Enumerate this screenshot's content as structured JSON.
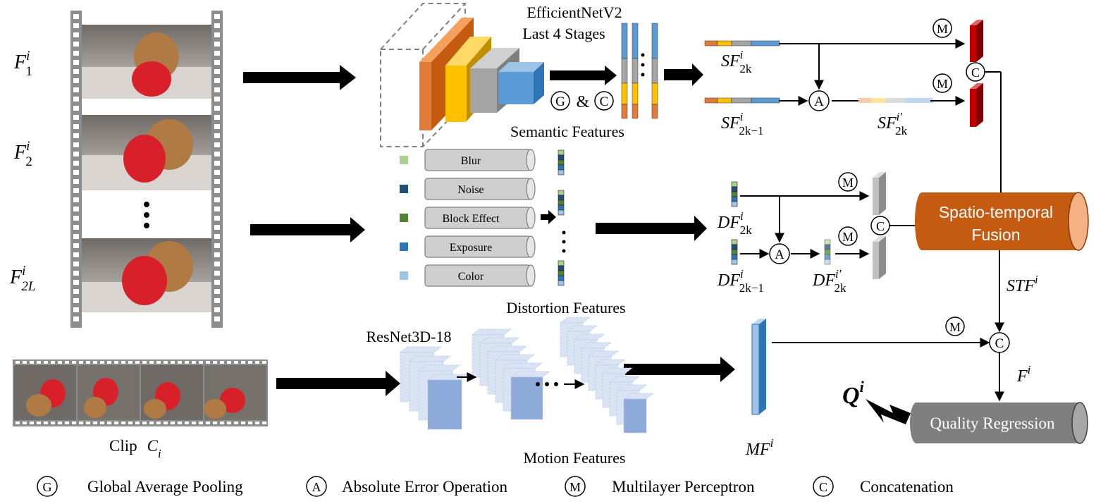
{
  "frames": {
    "f1": {
      "base": "F",
      "sup": "i",
      "sub": "1"
    },
    "f2": {
      "base": "F",
      "sup": "i",
      "sub": "2"
    },
    "fl": {
      "base": "F",
      "sup": "i",
      "sub": "2L"
    }
  },
  "clip": {
    "label": "Clip",
    "symbol": "C",
    "sub": "i"
  },
  "semantic": {
    "backbone_line1": "EfficientNetV2",
    "backbone_line2": "Last 4 Stages",
    "title": "Semantic Features",
    "gc_amp": "&",
    "sf2k": {
      "base": "SF",
      "sup": "i",
      "sub": "2k"
    },
    "sf2k1": {
      "base": "SF",
      "sup": "i",
      "sub": "2k−1"
    },
    "sf2kp": {
      "base": "SF",
      "sup": "i′",
      "sub": "2k"
    }
  },
  "distortion": {
    "items": [
      "Blur",
      "Noise",
      "Block Effect",
      "Exposure",
      "Color"
    ],
    "item_colors": [
      "#a9d08e",
      "#1f4e79",
      "#548235",
      "#2e75b6",
      "#9dc3e6"
    ],
    "title": "Distortion Features",
    "df2k": {
      "base": "DF",
      "sup": "i",
      "sub": "2k"
    },
    "df2k1": {
      "base": "DF",
      "sup": "i",
      "sub": "2k−1"
    },
    "df2kp": {
      "base": "DF",
      "sup": "i′",
      "sub": "2k"
    }
  },
  "motion": {
    "backbone": "ResNet3D-18",
    "title": "Motion Features",
    "mf": {
      "base": "MF",
      "sup": "i"
    }
  },
  "fusion": {
    "line1": "Spatio-temporal",
    "line2": "Fusion",
    "stf": {
      "base": "STF",
      "sup": "i"
    },
    "f": {
      "base": "F",
      "sup": "i"
    }
  },
  "regression": {
    "label": "Quality Regression",
    "q": {
      "base": "Q",
      "sup": "i"
    }
  },
  "symbols": {
    "G": "G",
    "A": "A",
    "M": "M",
    "C": "C"
  },
  "legend": [
    {
      "symbol": "G",
      "text": "Global Average Pooling"
    },
    {
      "symbol": "A",
      "text": "Absolute Error Operation"
    },
    {
      "symbol": "M",
      "text": "Multilayer Perceptron"
    },
    {
      "symbol": "C",
      "text": "Concatenation"
    }
  ],
  "colors": {
    "stage1": "#e07b39",
    "stage2": "#ffc000",
    "stage3": "#a5a5a5",
    "stage4": "#5b9bd5",
    "fusion": "#c55a11",
    "regression": "#7f7f7f",
    "mlp_bar": "#c00000",
    "motion": "#8eaadb"
  }
}
